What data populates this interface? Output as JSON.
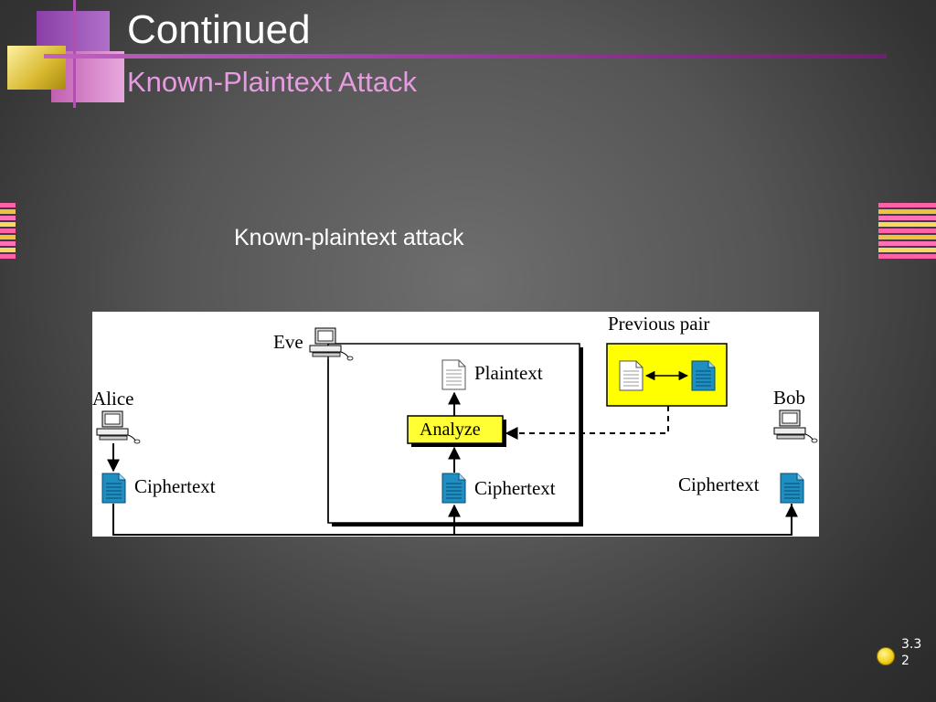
{
  "slide": {
    "title": "Continued",
    "subtitle": "Known-Plaintext Attack",
    "caption": "Known-plaintext attack",
    "slide_number": "3.32"
  },
  "colors": {
    "subtitle": "#e79be0",
    "accent_purple": "#a050b8",
    "accent_yellow": "#e8d24a",
    "analyze_box": "#ffff33",
    "pair_box": "#ffff00",
    "document_blue": "#1e8fc0"
  },
  "diagram": {
    "labels": {
      "eve": "Eve",
      "alice": "Alice",
      "bob": "Bob",
      "previous_pair": "Previous pair",
      "plaintext": "Plaintext",
      "analyze": "Analyze",
      "ciphertext_alice": "Ciphertext",
      "ciphertext_eve": "Ciphertext",
      "ciphertext_bob": "Ciphertext"
    },
    "icons": [
      "computer-icon",
      "plaintext-document-icon",
      "ciphertext-document-icon"
    ]
  }
}
